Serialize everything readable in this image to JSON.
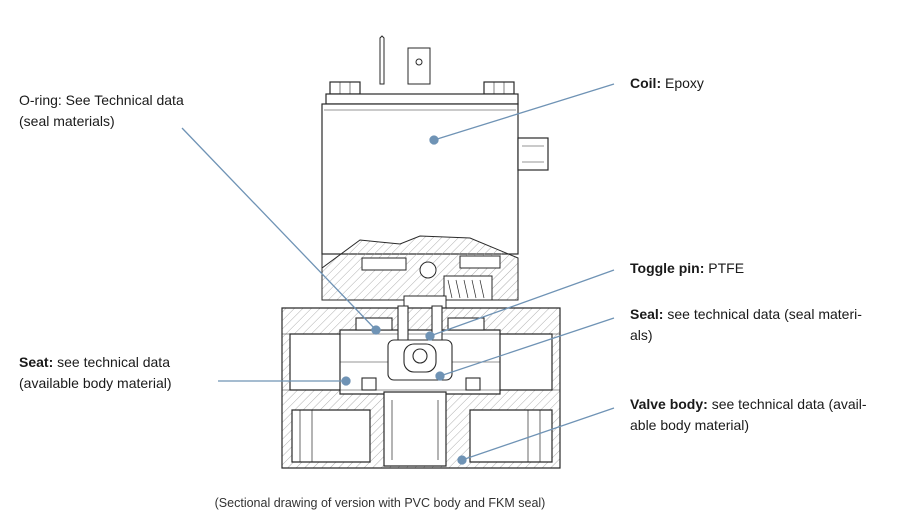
{
  "labels": {
    "oring": {
      "line1": "O-ring: See Technical data",
      "line2": "(seal materials)"
    },
    "coil": {
      "title": "Coil:",
      "text": "Epoxy"
    },
    "toggle": {
      "title": "Toggle pin:",
      "text": "PTFE"
    },
    "seal": {
      "title": "Seal:",
      "text": "see technical data (seal materi-",
      "line2": "als)"
    },
    "seat": {
      "title": "Seat:",
      "text": "see technical data",
      "line2": "(available body material)"
    },
    "body": {
      "title": "Valve body:",
      "text": "see technical data (avail-",
      "line2": "able body material)"
    }
  },
  "caption": "(Sectional drawing of version with PVC body and FKM seal)",
  "colors": {
    "leader": "#6f93b5",
    "outline": "#2a2a2a",
    "hatch": "#8a8a8a"
  }
}
